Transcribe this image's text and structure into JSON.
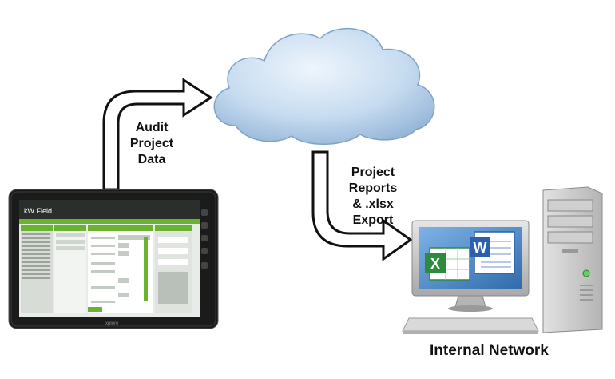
{
  "labels": {
    "upload": [
      "Audit",
      "Project",
      "Data"
    ],
    "download": [
      "Project",
      "Reports",
      "& .xlsx",
      "Export"
    ],
    "network_caption": "Internal Network"
  },
  "tablet": {
    "app_logo": "kW Field",
    "brand": "xplore"
  },
  "apps": {
    "excel_letter": "X",
    "word_letter": "W"
  },
  "colors": {
    "cloud_fill": "#c7dcf0",
    "cloud_edge": "#7fa3c8",
    "tablet_bezel": "#1b1b1b",
    "app_green": "#69b32f",
    "monitor_screen": "#4a88c9",
    "excel_green": "#2e8b3d",
    "word_blue": "#2c5fae",
    "tower_gray": "#c9c9c9"
  }
}
